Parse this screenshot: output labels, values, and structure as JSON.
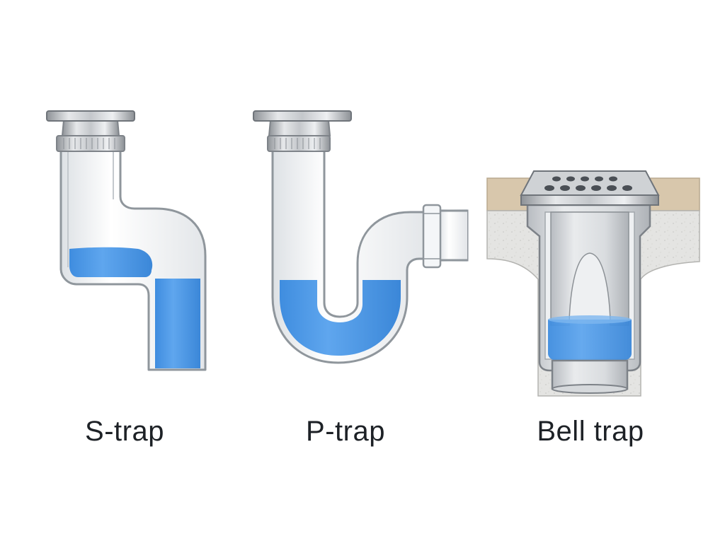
{
  "labels": {
    "s_trap": "S-trap",
    "p_trap": "P-trap",
    "bell_trap": "Bell trap"
  },
  "colors": {
    "water": "#4f9be6",
    "pipe_fill": "#f2f4f6",
    "pipe_outline": "#8f969c",
    "chrome": "#c9ccd0",
    "tile": "#d8c7ac",
    "concrete": "#e4e4e2",
    "label_text": "#1d2126"
  }
}
